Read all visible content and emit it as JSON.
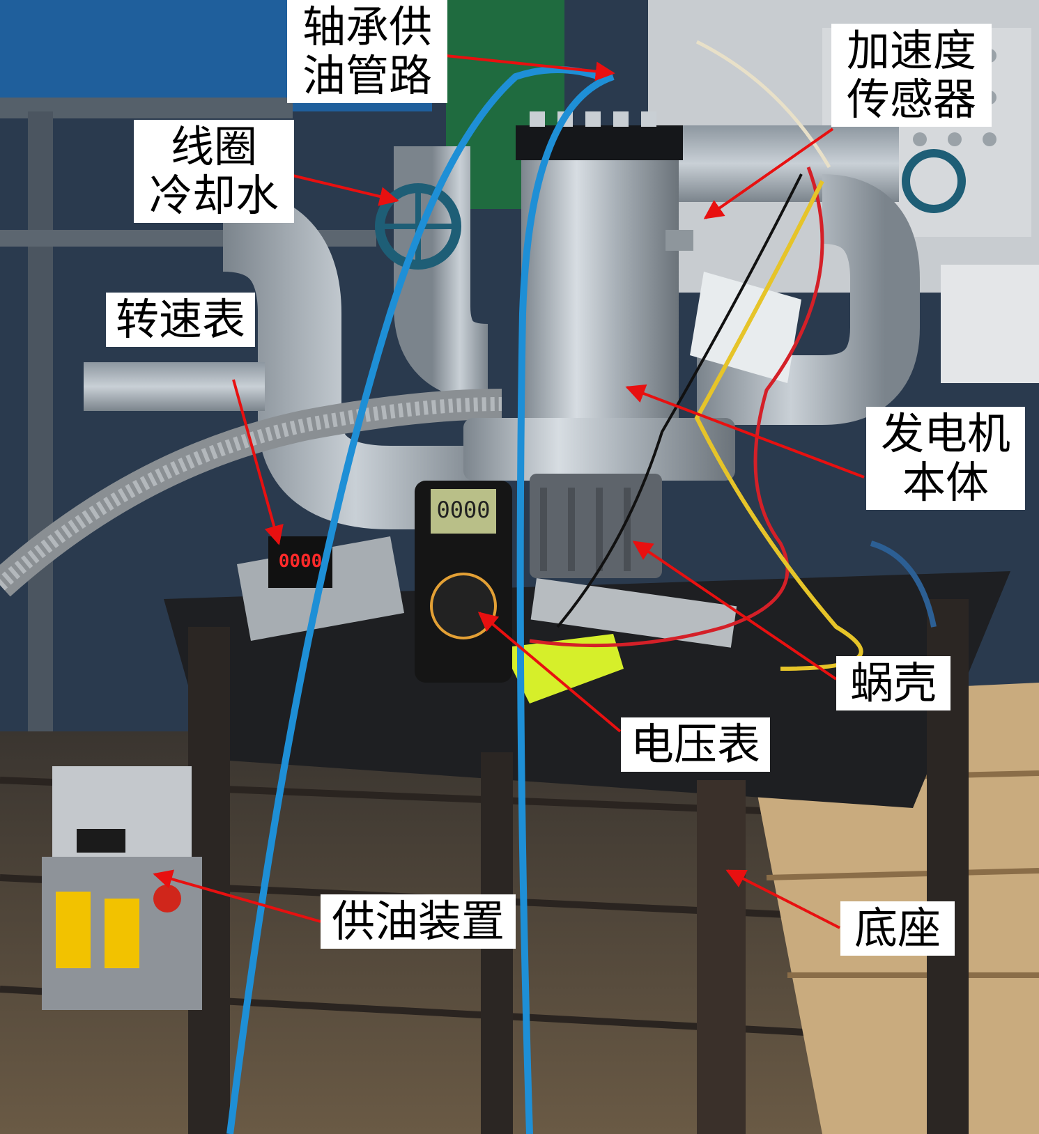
{
  "labels": {
    "bearing_oil_line": [
      "轴承供",
      "油管路"
    ],
    "coil_cooling_water": [
      "线圈",
      "冷却水"
    ],
    "accelerometer": [
      "加速度",
      "传感器"
    ],
    "tachometer": [
      "转速表"
    ],
    "generator_body": [
      "发电机",
      "本体"
    ],
    "volute": [
      "蜗壳"
    ],
    "voltmeter": [
      "电压表"
    ],
    "oil_supply_unit": [
      "供油装置"
    ],
    "base": [
      "底座"
    ]
  },
  "displays": {
    "multimeter_reading": "0000",
    "tachometer_reading": "0000"
  },
  "colors": {
    "arrow": "#e81010",
    "label_bg": "#ffffff",
    "hose_blue": "#1e8fd6",
    "generator_steel": "#aeb6bd",
    "display_red": "#ff2a2a"
  }
}
